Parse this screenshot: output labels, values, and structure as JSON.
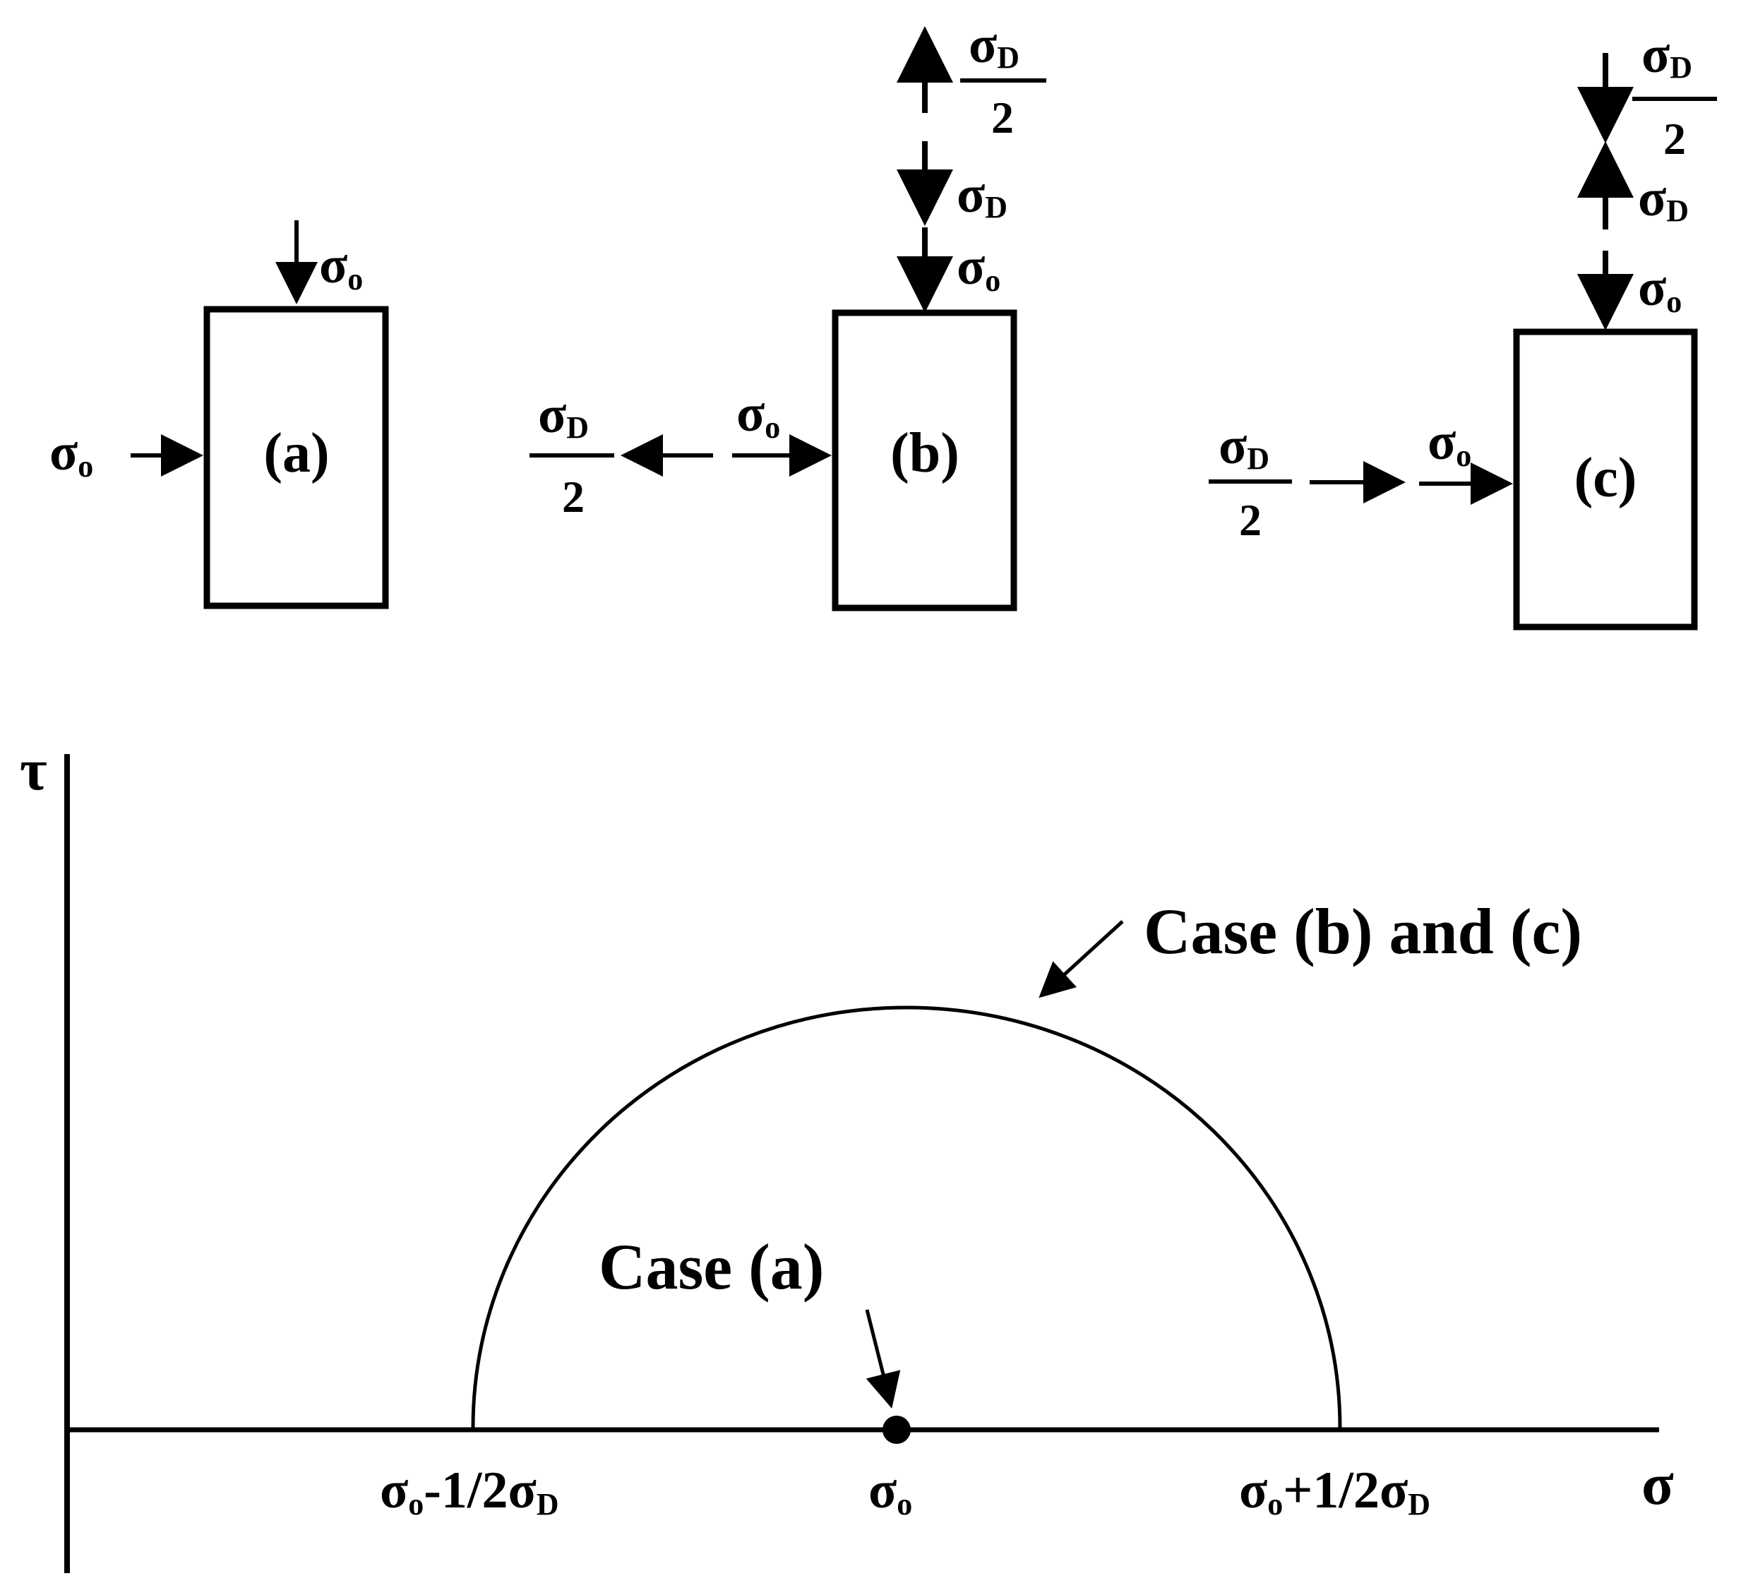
{
  "boxes": {
    "a": "(a)",
    "b": "(b)",
    "c": "(c)"
  },
  "symbols": {
    "sigma": "σ",
    "sub_o": "o",
    "sub_D": "D",
    "denominator": "2",
    "tau": "τ"
  },
  "plot": {
    "y_axis_label": "τ",
    "x_axis_label": "σ",
    "ticks": {
      "left_prefix": "-1/2",
      "right_prefix": "+1/2"
    },
    "annotations": {
      "circle_label": "Case (b) and (c)",
      "point_label": "Case (a)"
    }
  }
}
